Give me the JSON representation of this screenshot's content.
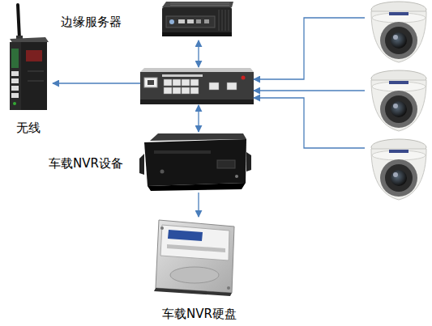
{
  "diagram": {
    "nodes": [
      {
        "text": [
          "边缘服务器"
        ]
      },
      {
        "text": []
      },
      {
        "text": [
          "无线"
        ]
      },
      {
        "text": [
          "车载NVR设备"
        ]
      },
      {
        "text": [
          "车载NVR硬盘"
        ]
      },
      {
        "text": []
      },
      {
        "text": []
      },
      {
        "text": []
      }
    ],
    "edges": [
      {
        "from": 0,
        "to": 1,
        "arrow": "both"
      },
      {
        "from": 1,
        "to": 2,
        "arrow": "to"
      },
      {
        "from": 1,
        "to": 3,
        "arrow": "both"
      },
      {
        "from": 3,
        "to": 4,
        "arrow": "to"
      },
      {
        "from": 5,
        "to": 1,
        "arrow": "to"
      },
      {
        "from": 6,
        "to": 1,
        "arrow": "to"
      },
      {
        "from": 7,
        "to": 1,
        "arrow": "to"
      }
    ]
  }
}
